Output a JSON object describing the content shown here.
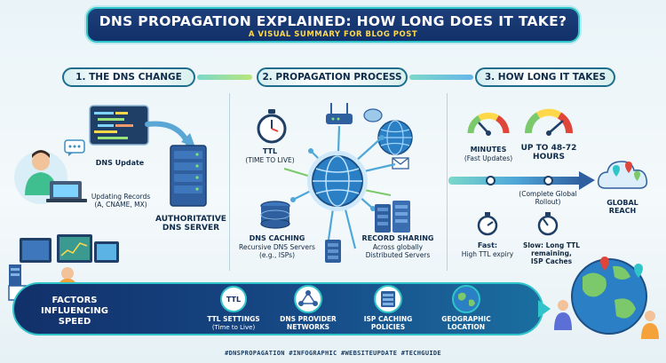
{
  "header": {
    "title": "DNS PROPAGATION EXPLAINED: HOW LONG DOES IT TAKE?",
    "subtitle": "A VISUAL SUMMARY FOR BLOG POST"
  },
  "sections": {
    "s1": "1. THE DNS CHANGE",
    "s2": "2. PROPAGATION PROCESS",
    "s3": "3. HOW LONG IT TAKES"
  },
  "dns_change": {
    "update_label": "DNS Update",
    "records_label": "Updating Records\n(A, CNAME, MX)",
    "server_label": "AUTHORITATIVE\nDNS SERVER"
  },
  "propagation": {
    "ttl_title": "TTL",
    "ttl_sub": "(TIME TO LIVE)",
    "caching_title": "DNS CACHING",
    "caching_sub": "Recursive DNS Servers\n(e.g., ISPs)",
    "sharing_title": "RECORD SHARING",
    "sharing_sub": "Across globally\nDistributed Servers"
  },
  "timing": {
    "minutes_title": "MINUTES",
    "minutes_sub": "(Fast Updates)",
    "hours_title": "UP TO 48-72\nHOURS",
    "rollout": "(Complete Global\nRollout)",
    "global_reach": "GLOBAL\nREACH",
    "fast_title": "Fast:",
    "fast_sub": "High TTL expiry",
    "slow_label": "Slow: Long TTL\nremaining,\nISP Caches"
  },
  "factors": {
    "title": "FACTORS\nINFLUENCING\nSPEED",
    "ttl_badge": "TTL",
    "items": [
      {
        "label": "TTL SETTINGS",
        "sub": "(Time to Live)"
      },
      {
        "label": "DNS PROVIDER\nNETWORKS",
        "sub": ""
      },
      {
        "label": "ISP CACHING\nPOLICIES",
        "sub": ""
      },
      {
        "label": "GEOGRAPHIC\nLOCATION",
        "sub": ""
      }
    ]
  },
  "footer": {
    "hashtags": "#DNSPROPAGATION #INFOGRAPHIC #WEBSITEUPDATE #TECHGUIDE"
  },
  "colors": {
    "navy": "#12306a",
    "teal": "#2ec4c9",
    "yellow": "#ffd84a",
    "server_blue": "#2f5f9e",
    "green": "#7cc96b",
    "orange": "#f5a23a",
    "red": "#e0453a"
  }
}
